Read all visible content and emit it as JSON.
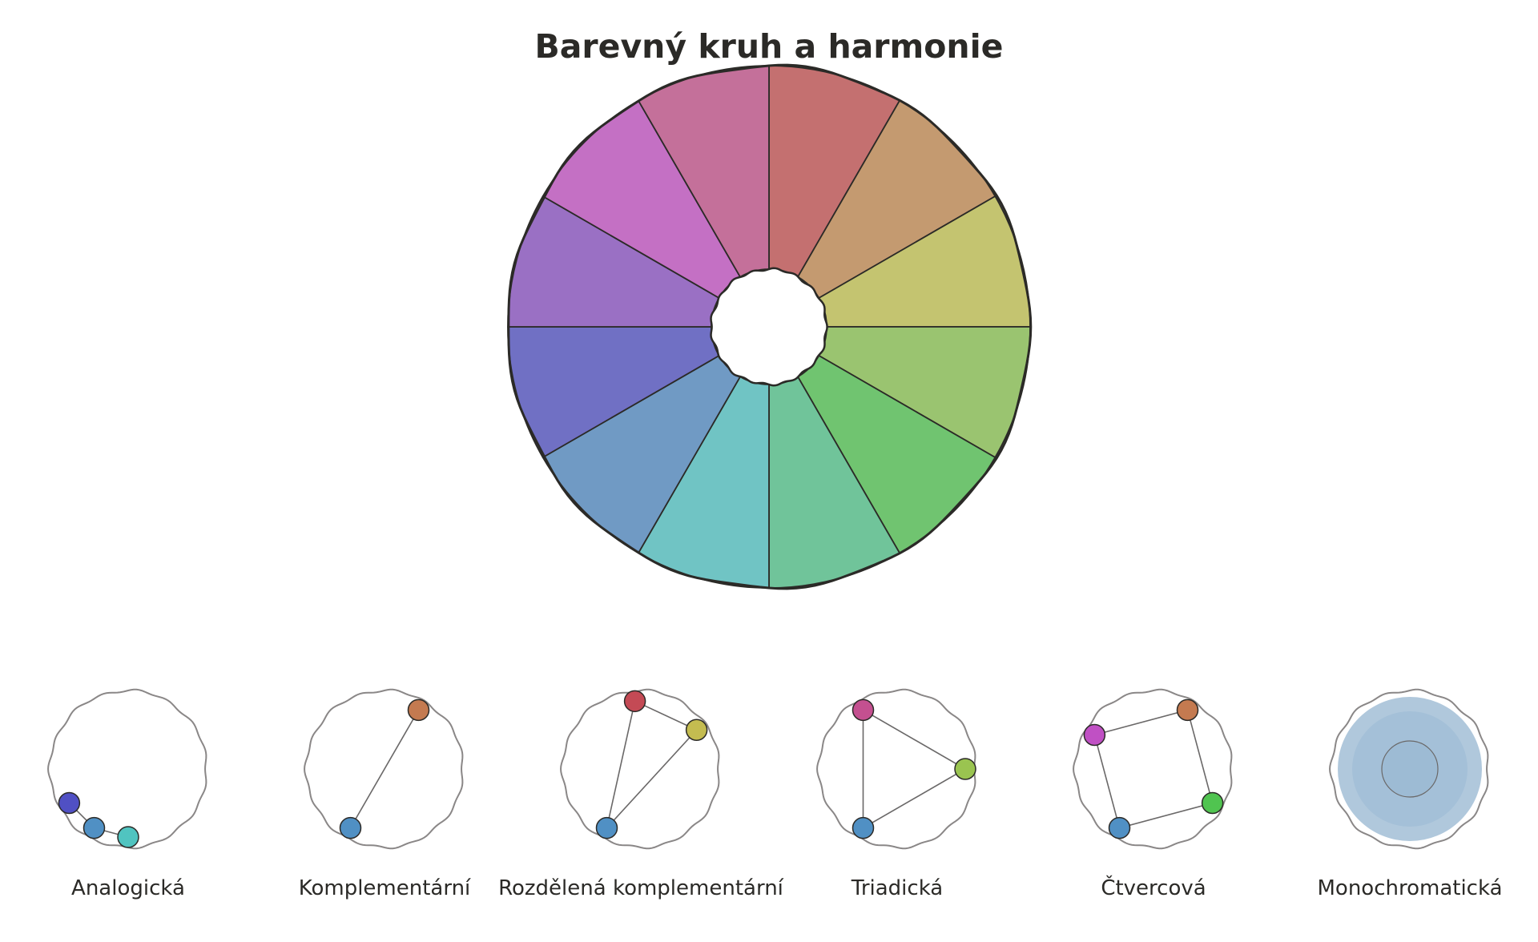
{
  "title": "Barevný kruh a harmonie",
  "colors": {
    "text": "#2b2a27",
    "outline": "#2b2a27",
    "mini_circle": "#8a8787",
    "mini_line": "#6a6868"
  },
  "wheel": {
    "segments": [
      {
        "start_deg": 0,
        "end_deg": 30,
        "color": "#c47070"
      },
      {
        "start_deg": 30,
        "end_deg": 60,
        "color": "#c49a70"
      },
      {
        "start_deg": 60,
        "end_deg": 90,
        "color": "#c4c470"
      },
      {
        "start_deg": 90,
        "end_deg": 120,
        "color": "#9ac470"
      },
      {
        "start_deg": 120,
        "end_deg": 150,
        "color": "#70c470"
      },
      {
        "start_deg": 150,
        "end_deg": 180,
        "color": "#70c49a"
      },
      {
        "start_deg": 180,
        "end_deg": 210,
        "color": "#70c4c4"
      },
      {
        "start_deg": 210,
        "end_deg": 240,
        "color": "#709ac4"
      },
      {
        "start_deg": 240,
        "end_deg": 270,
        "color": "#7070c4"
      },
      {
        "start_deg": 270,
        "end_deg": 300,
        "color": "#9a70c4"
      },
      {
        "start_deg": 300,
        "end_deg": 330,
        "color": "#c470c4"
      },
      {
        "start_deg": 330,
        "end_deg": 360,
        "color": "#c4709a"
      }
    ]
  },
  "harmonies": [
    {
      "label": "Analogická",
      "polyline": true,
      "points": [
        {
          "angle": 240,
          "color": "#5050c4"
        },
        {
          "angle": 210,
          "color": "#5090c4"
        },
        {
          "angle": 180,
          "color": "#50c4c0"
        }
      ]
    },
    {
      "label": "Komplementární",
      "points": [
        {
          "angle": 30,
          "color": "#c47a50"
        },
        {
          "angle": 210,
          "color": "#5090c4"
        }
      ]
    },
    {
      "label": "Rozdělená komplementární",
      "points": [
        {
          "angle": 355,
          "color": "#c44a55"
        },
        {
          "angle": 55,
          "color": "#c4bc50"
        },
        {
          "angle": 210,
          "color": "#5090c4"
        }
      ]
    },
    {
      "label": "Triadická",
      "points": [
        {
          "angle": 330,
          "color": "#c45090"
        },
        {
          "angle": 90,
          "color": "#9ac450"
        },
        {
          "angle": 210,
          "color": "#5090c4"
        }
      ]
    },
    {
      "label": "Čtvercová",
      "points": [
        {
          "angle": 300,
          "color": "#c050c4"
        },
        {
          "angle": 30,
          "color": "#c47a50"
        },
        {
          "angle": 120,
          "color": "#50c450"
        },
        {
          "angle": 210,
          "color": "#5090c4"
        }
      ]
    },
    {
      "label": "Monochromatická",
      "monochrome": true,
      "shades": [
        "#b0c8dc",
        "#a4c0d8",
        "#9dbbd4"
      ],
      "points": []
    }
  ]
}
